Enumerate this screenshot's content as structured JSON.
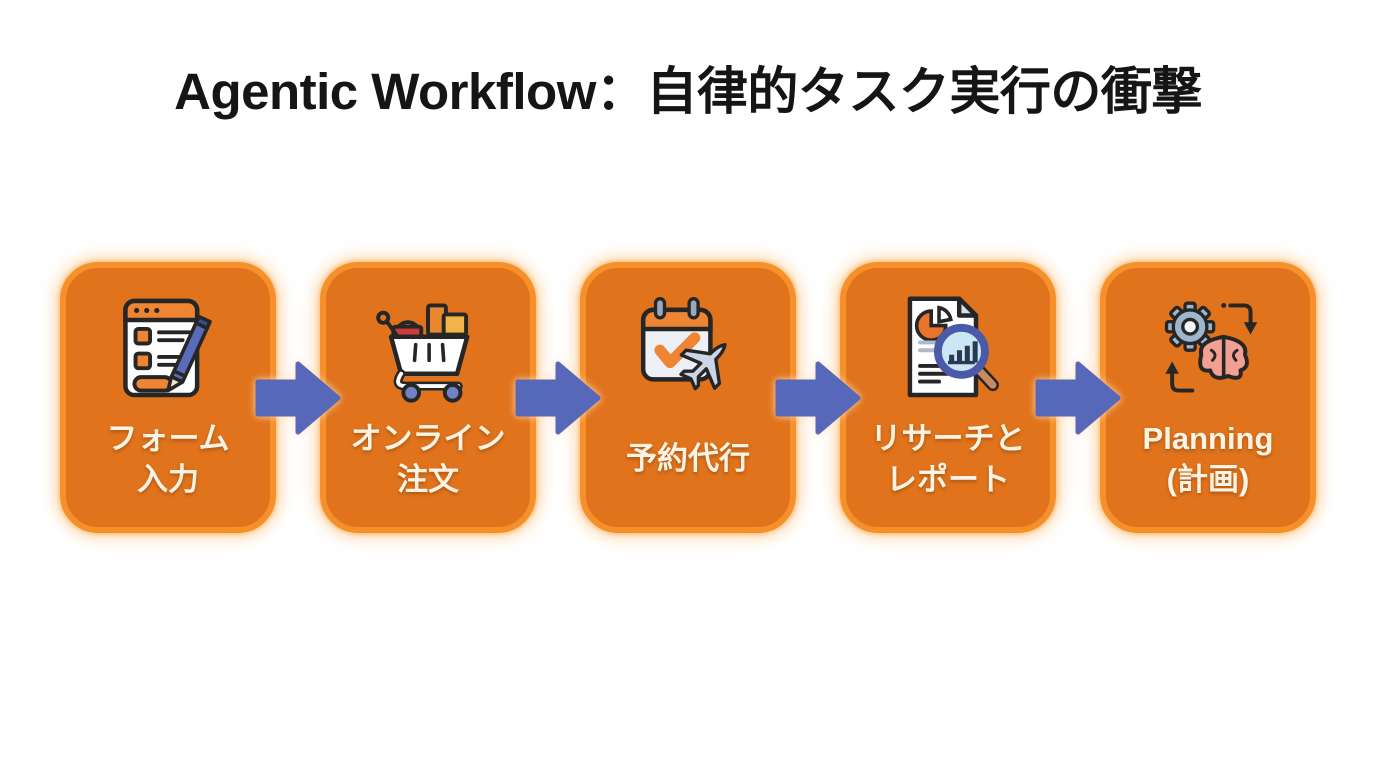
{
  "title": "Agentic Workflow：自律的タスク実行の衝撃",
  "colors": {
    "background": "#FFFFFF",
    "card_fill": "#E0731C",
    "card_border": "#F6902B",
    "card_glow": "#FAA646",
    "arrow_blue": "#5768BA",
    "label_text": "#FBF3E4",
    "title_text": "#151515"
  },
  "steps": [
    {
      "icon": "form-pencil-icon",
      "line1": "フォーム",
      "line2": "入力"
    },
    {
      "icon": "shopping-cart-icon",
      "line1": "オンライン",
      "line2": "注文"
    },
    {
      "icon": "calendar-airplane-icon",
      "line1": "予約代行",
      "line2": ""
    },
    {
      "icon": "report-magnifier-icon",
      "line1": "リサーチと",
      "line2": "レポート"
    },
    {
      "icon": "gear-brain-icon",
      "line1": "Planning",
      "line2": "(計画)"
    }
  ]
}
